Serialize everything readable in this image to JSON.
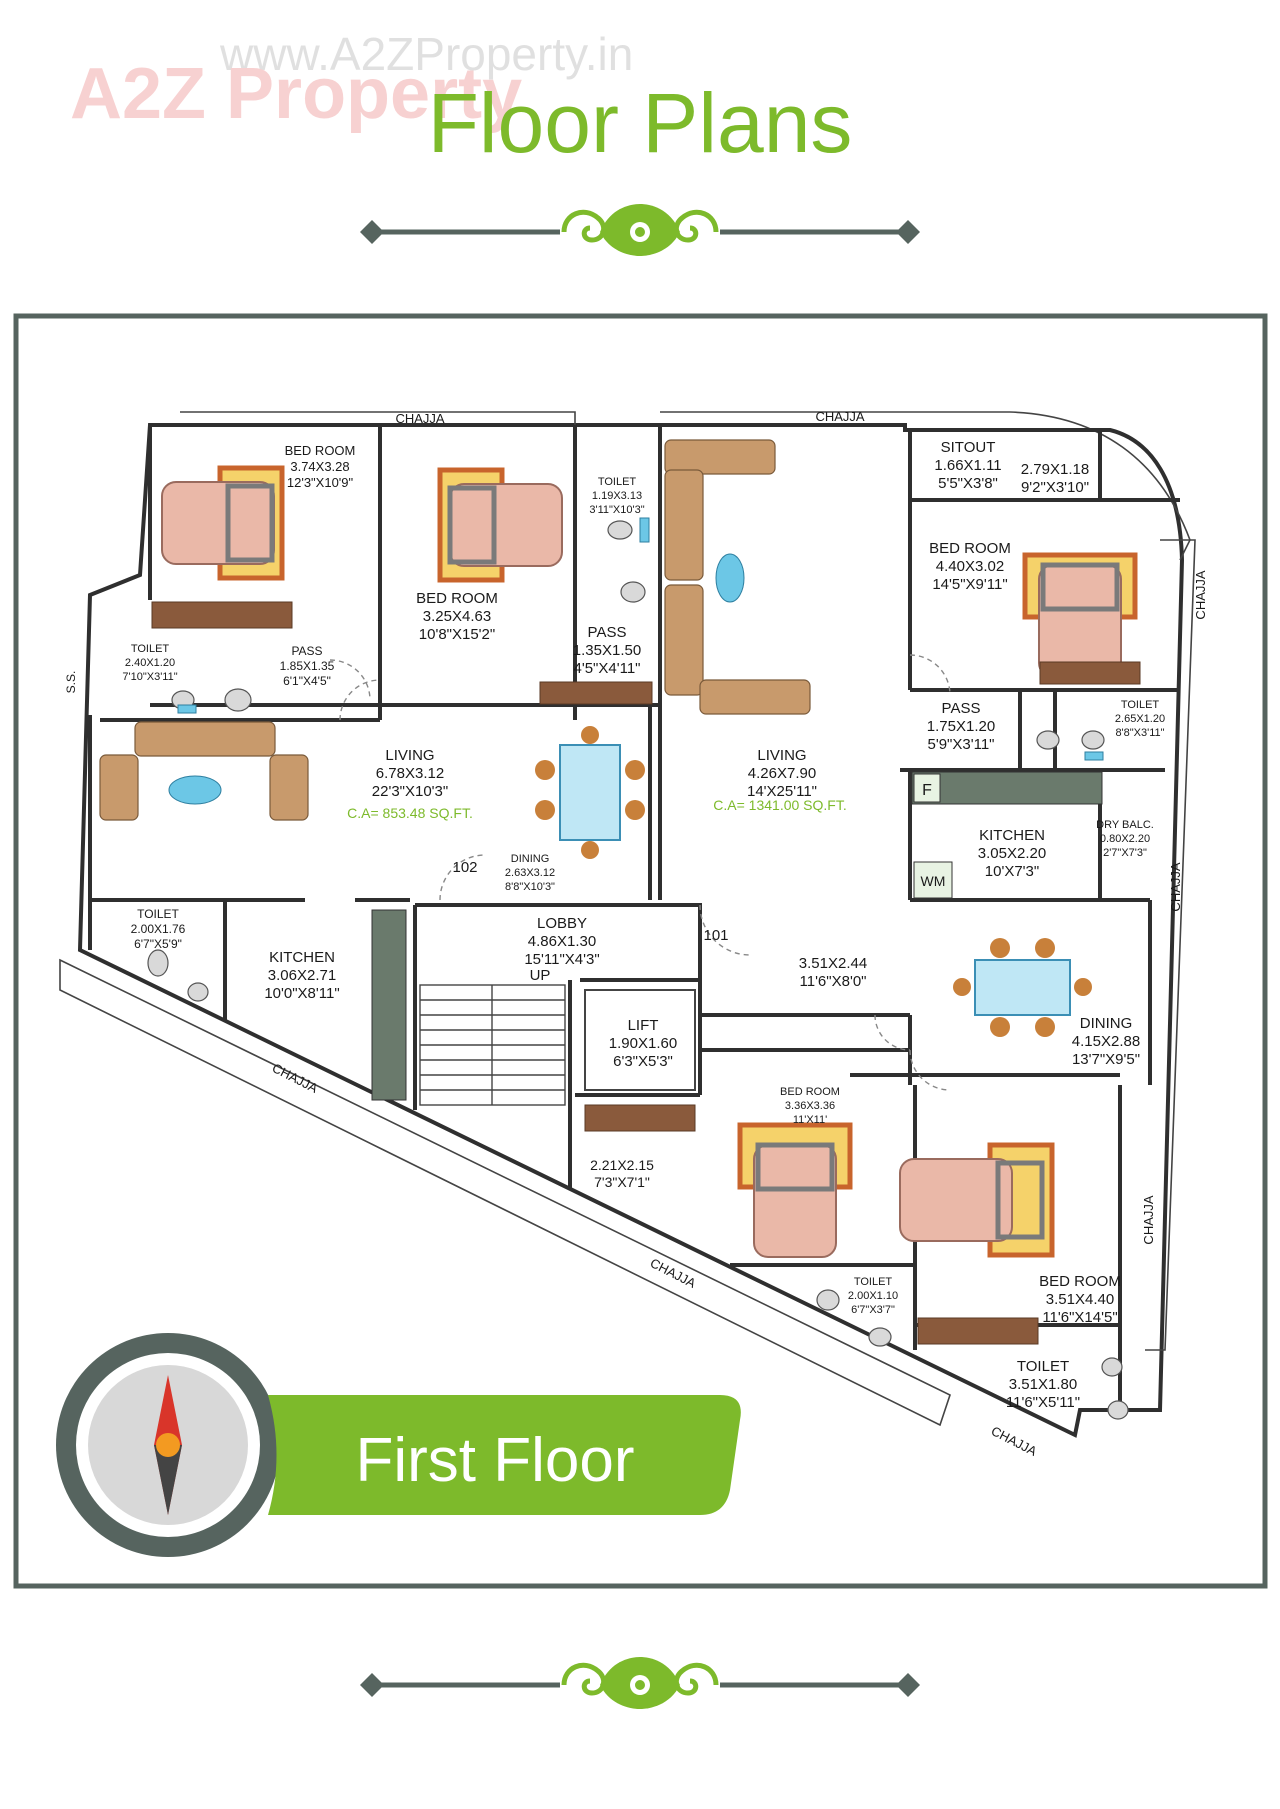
{
  "watermark": {
    "logo": "A2Z Property",
    "url": "www.A2ZProperty.in"
  },
  "title": "Floor Plans",
  "banner": "First Floor",
  "colors": {
    "green": "#7dba2b",
    "darkgreen": "#5a8a1e",
    "frame": "#56645f",
    "compassRed": "#d9352a",
    "compassOrange": "#f39a21"
  },
  "chajja": [
    {
      "name": "chajja-top-left",
      "text": "CHAJJA"
    },
    {
      "name": "chajja-top-right",
      "text": "CHAJJA"
    },
    {
      "name": "chajja-right-upper",
      "text": "CHAJJA"
    },
    {
      "name": "chajja-right-middle",
      "text": "CHAJJA"
    },
    {
      "name": "chajja-right-lower",
      "text": "CHAJJA"
    },
    {
      "name": "chajja-diagonal-left",
      "text": "CHAJJA"
    },
    {
      "name": "chajja-diagonal-middle",
      "text": "CHAJJA"
    },
    {
      "name": "chajja-bottom-right",
      "text": "CHAJJA"
    },
    {
      "name": "service-shaft",
      "text": "S.S."
    }
  ],
  "rooms": [
    {
      "name": "bedroom-1",
      "lines": [
        "BED ROOM",
        "3.74X3.28",
        "12'3\"X10'9\""
      ]
    },
    {
      "name": "bedroom-2",
      "lines": [
        "BED ROOM",
        "3.25X4.63",
        "10'8\"X15'2\""
      ]
    },
    {
      "name": "toilet-1",
      "lines": [
        "TOILET",
        "1.19X3.13",
        "3'11\"X10'3\""
      ]
    },
    {
      "name": "toilet-2",
      "lines": [
        "TOILET",
        "2.40X1.20",
        "7'10\"X3'11\""
      ]
    },
    {
      "name": "pass-1",
      "lines": [
        "PASS",
        "1.85X1.35",
        "6'1\"X4'5\""
      ]
    },
    {
      "name": "pass-2",
      "lines": [
        "PASS",
        "1.35X1.50",
        "4'5\"X4'11\""
      ]
    },
    {
      "name": "living-1",
      "lines": [
        "LIVING",
        "6.78X3.12",
        "22'3\"X10'3\""
      ]
    },
    {
      "name": "dining-1",
      "lines": [
        "DINING",
        "2.63X3.12",
        "8'8\"X10'3\""
      ]
    },
    {
      "name": "toilet-3",
      "lines": [
        "TOILET",
        "2.00X1.76",
        "6'7\"X5'9\""
      ]
    },
    {
      "name": "kitchen-1",
      "lines": [
        "KITCHEN",
        "3.06X2.71",
        "10'0\"X8'11\""
      ]
    },
    {
      "name": "lobby",
      "lines": [
        "LOBBY",
        "4.86X1.30",
        "15'11\"X4'3\""
      ]
    },
    {
      "name": "lift",
      "lines": [
        "LIFT",
        "1.90X1.60",
        "6'3\"X5'3\""
      ]
    },
    {
      "name": "utility",
      "lines": [
        "2.21X2.15",
        "7'3\"X7'1\""
      ]
    },
    {
      "name": "bedroom-3",
      "lines": [
        "BED ROOM",
        "3.36X3.36",
        "11'X11'"
      ]
    },
    {
      "name": "toilet-4",
      "lines": [
        "TOILET",
        "2.00X1.10",
        "6'7\"X3'7\""
      ]
    },
    {
      "name": "living-2",
      "lines": [
        "LIVING",
        "4.26X7.90",
        "14'X25'11\""
      ]
    },
    {
      "name": "foyer",
      "lines": [
        "3.51X2.44",
        "11'6\"X8'0\""
      ]
    },
    {
      "name": "sitout",
      "lines": [
        "SITOUT",
        "1.66X1.11",
        "5'5\"X3'8\""
      ]
    },
    {
      "name": "sitout-ext",
      "lines": [
        "2.79X1.18",
        "9'2\"X3'10\""
      ]
    },
    {
      "name": "bedroom-4",
      "lines": [
        "BED ROOM",
        "4.40X3.02",
        "14'5\"X9'11\""
      ]
    },
    {
      "name": "pass-3",
      "lines": [
        "PASS",
        "1.75X1.20",
        "5'9\"X3'11\""
      ]
    },
    {
      "name": "toilet-5",
      "lines": [
        "TOILET",
        "2.65X1.20",
        "8'8\"X3'11\""
      ]
    },
    {
      "name": "kitchen-2",
      "lines": [
        "KITCHEN",
        "3.05X2.20",
        "10'X7'3\""
      ]
    },
    {
      "name": "dry-balcony",
      "lines": [
        "DRY BALC.",
        "0.80X2.20",
        "2'7\"X7'3\""
      ]
    },
    {
      "name": "dining-2",
      "lines": [
        "DINING",
        "4.15X2.88",
        "13'7\"X9'5\""
      ]
    },
    {
      "name": "bedroom-5",
      "lines": [
        "BED ROOM",
        "3.51X4.40",
        "11'6\"X14'5\""
      ]
    },
    {
      "name": "toilet-6",
      "lines": [
        "TOILET",
        "3.51X1.80",
        "11'6\"X5'11\""
      ]
    }
  ],
  "carpet": [
    {
      "name": "carpet-area-102",
      "text": "C.A= 853.48 SQ.FT."
    },
    {
      "name": "carpet-area-101",
      "text": "C.A= 1341.00 SQ.FT."
    }
  ],
  "flats": [
    {
      "name": "flat-number-102",
      "text": "102"
    },
    {
      "name": "flat-number-101",
      "text": "101"
    }
  ],
  "misc": {
    "up": "UP",
    "fridge": "F",
    "washing_machine": "WM"
  }
}
